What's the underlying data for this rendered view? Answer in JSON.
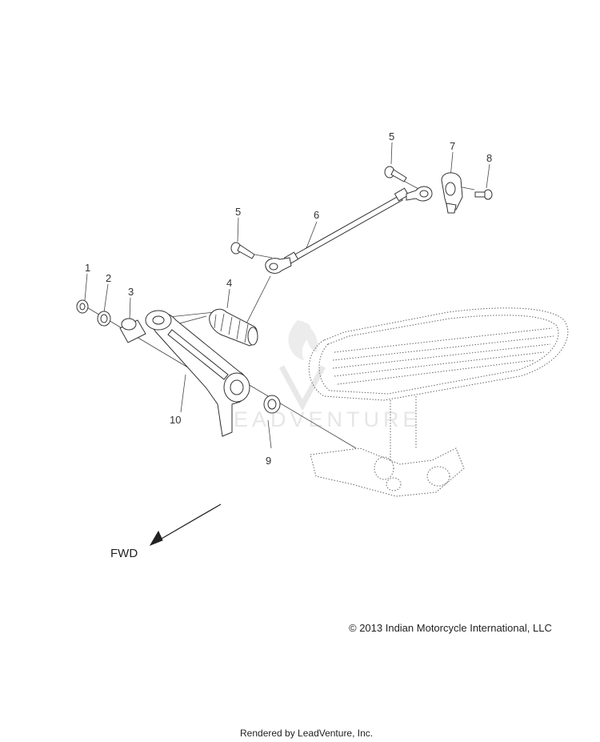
{
  "callouts": [
    {
      "id": "1",
      "label": "1"
    },
    {
      "id": "2",
      "label": "2"
    },
    {
      "id": "3",
      "label": "3"
    },
    {
      "id": "4",
      "label": "4"
    },
    {
      "id": "5a",
      "label": "5"
    },
    {
      "id": "5b",
      "label": "5"
    },
    {
      "id": "6",
      "label": "6"
    },
    {
      "id": "7",
      "label": "7"
    },
    {
      "id": "8",
      "label": "8"
    },
    {
      "id": "9",
      "label": "9"
    },
    {
      "id": "10",
      "label": "10"
    }
  ],
  "direction_label": "FWD",
  "watermark": "LEADVENTURE",
  "copyright": "© 2013 Indian Motorcycle International, LLC",
  "rendered_by": "Rendered by LeadVenture, Inc."
}
